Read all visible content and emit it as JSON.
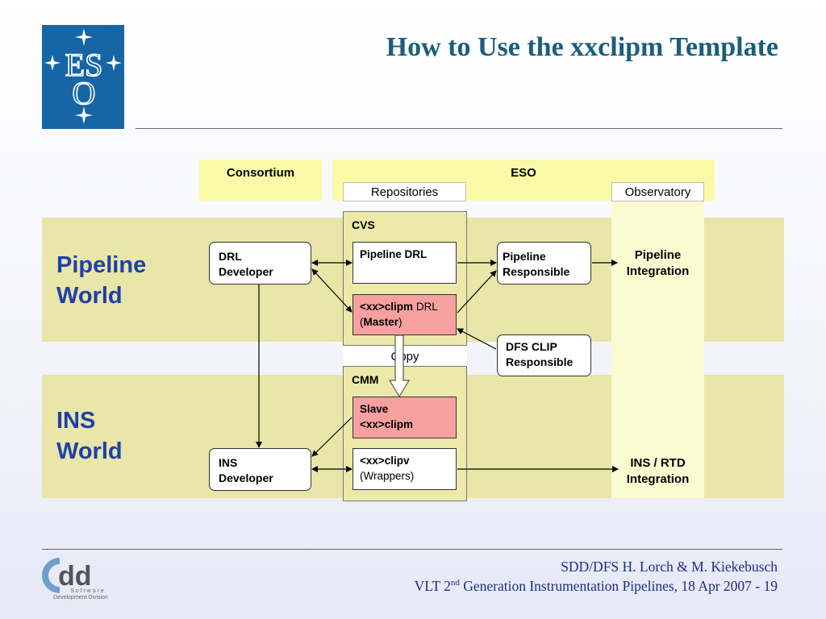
{
  "title": "How to Use the xxclipm Template",
  "logo": {
    "top_letters": "ES",
    "bottom_letter": "O"
  },
  "sdd_logo": {
    "letters": "dd",
    "line1": "Software",
    "line2": "Development Division"
  },
  "header": {
    "consortium": "Consortium",
    "eso": "ESO",
    "repositories": "Repositories",
    "observatory": "Observatory"
  },
  "worlds": {
    "pipeline": [
      "Pipeline",
      "World"
    ],
    "ins": [
      "INS",
      "World"
    ]
  },
  "repos": {
    "cvs": "CVS",
    "cmm": "CMM",
    "copy": "Copy"
  },
  "boxes": {
    "drl_developer": [
      "DRL",
      "Developer"
    ],
    "ins_developer": [
      "INS",
      "Developer"
    ],
    "pipeline_drl": "Pipeline DRL",
    "master": {
      "pre": "<xx>",
      "b1": "clipm",
      "t1": " DRL",
      "open": "(",
      "b2": "Master",
      "close": ")"
    },
    "slave": [
      "Slave",
      "<xx>clipm"
    ],
    "clipv": {
      "pre": "<xx>",
      "b": "clipv",
      "line2": "(Wrappers)"
    },
    "pipeline_responsible": [
      "Pipeline",
      "Responsible"
    ],
    "dfs_clip_responsible": [
      "DFS CLIP",
      "Responsible"
    ],
    "pipeline_integration": [
      "Pipeline",
      "Integration"
    ],
    "ins_rtd_integration": [
      "INS / RTD",
      "Integration"
    ]
  },
  "footer": {
    "line1": "SDD/DFS H. Lorch & M. Kiekebusch",
    "line2_pre": "VLT 2",
    "line2_sup": "nd",
    "line2_post": " Generation Instrumentation Pipelines, 18 Apr 2007 - 19"
  },
  "colors": {
    "title": "#1b5e7a",
    "world_text": "#1f3fa8",
    "band": "#e8e6a8",
    "header": "#fbfaa6",
    "master": "#f7a0a0",
    "eso_logo": "#1665a5"
  }
}
